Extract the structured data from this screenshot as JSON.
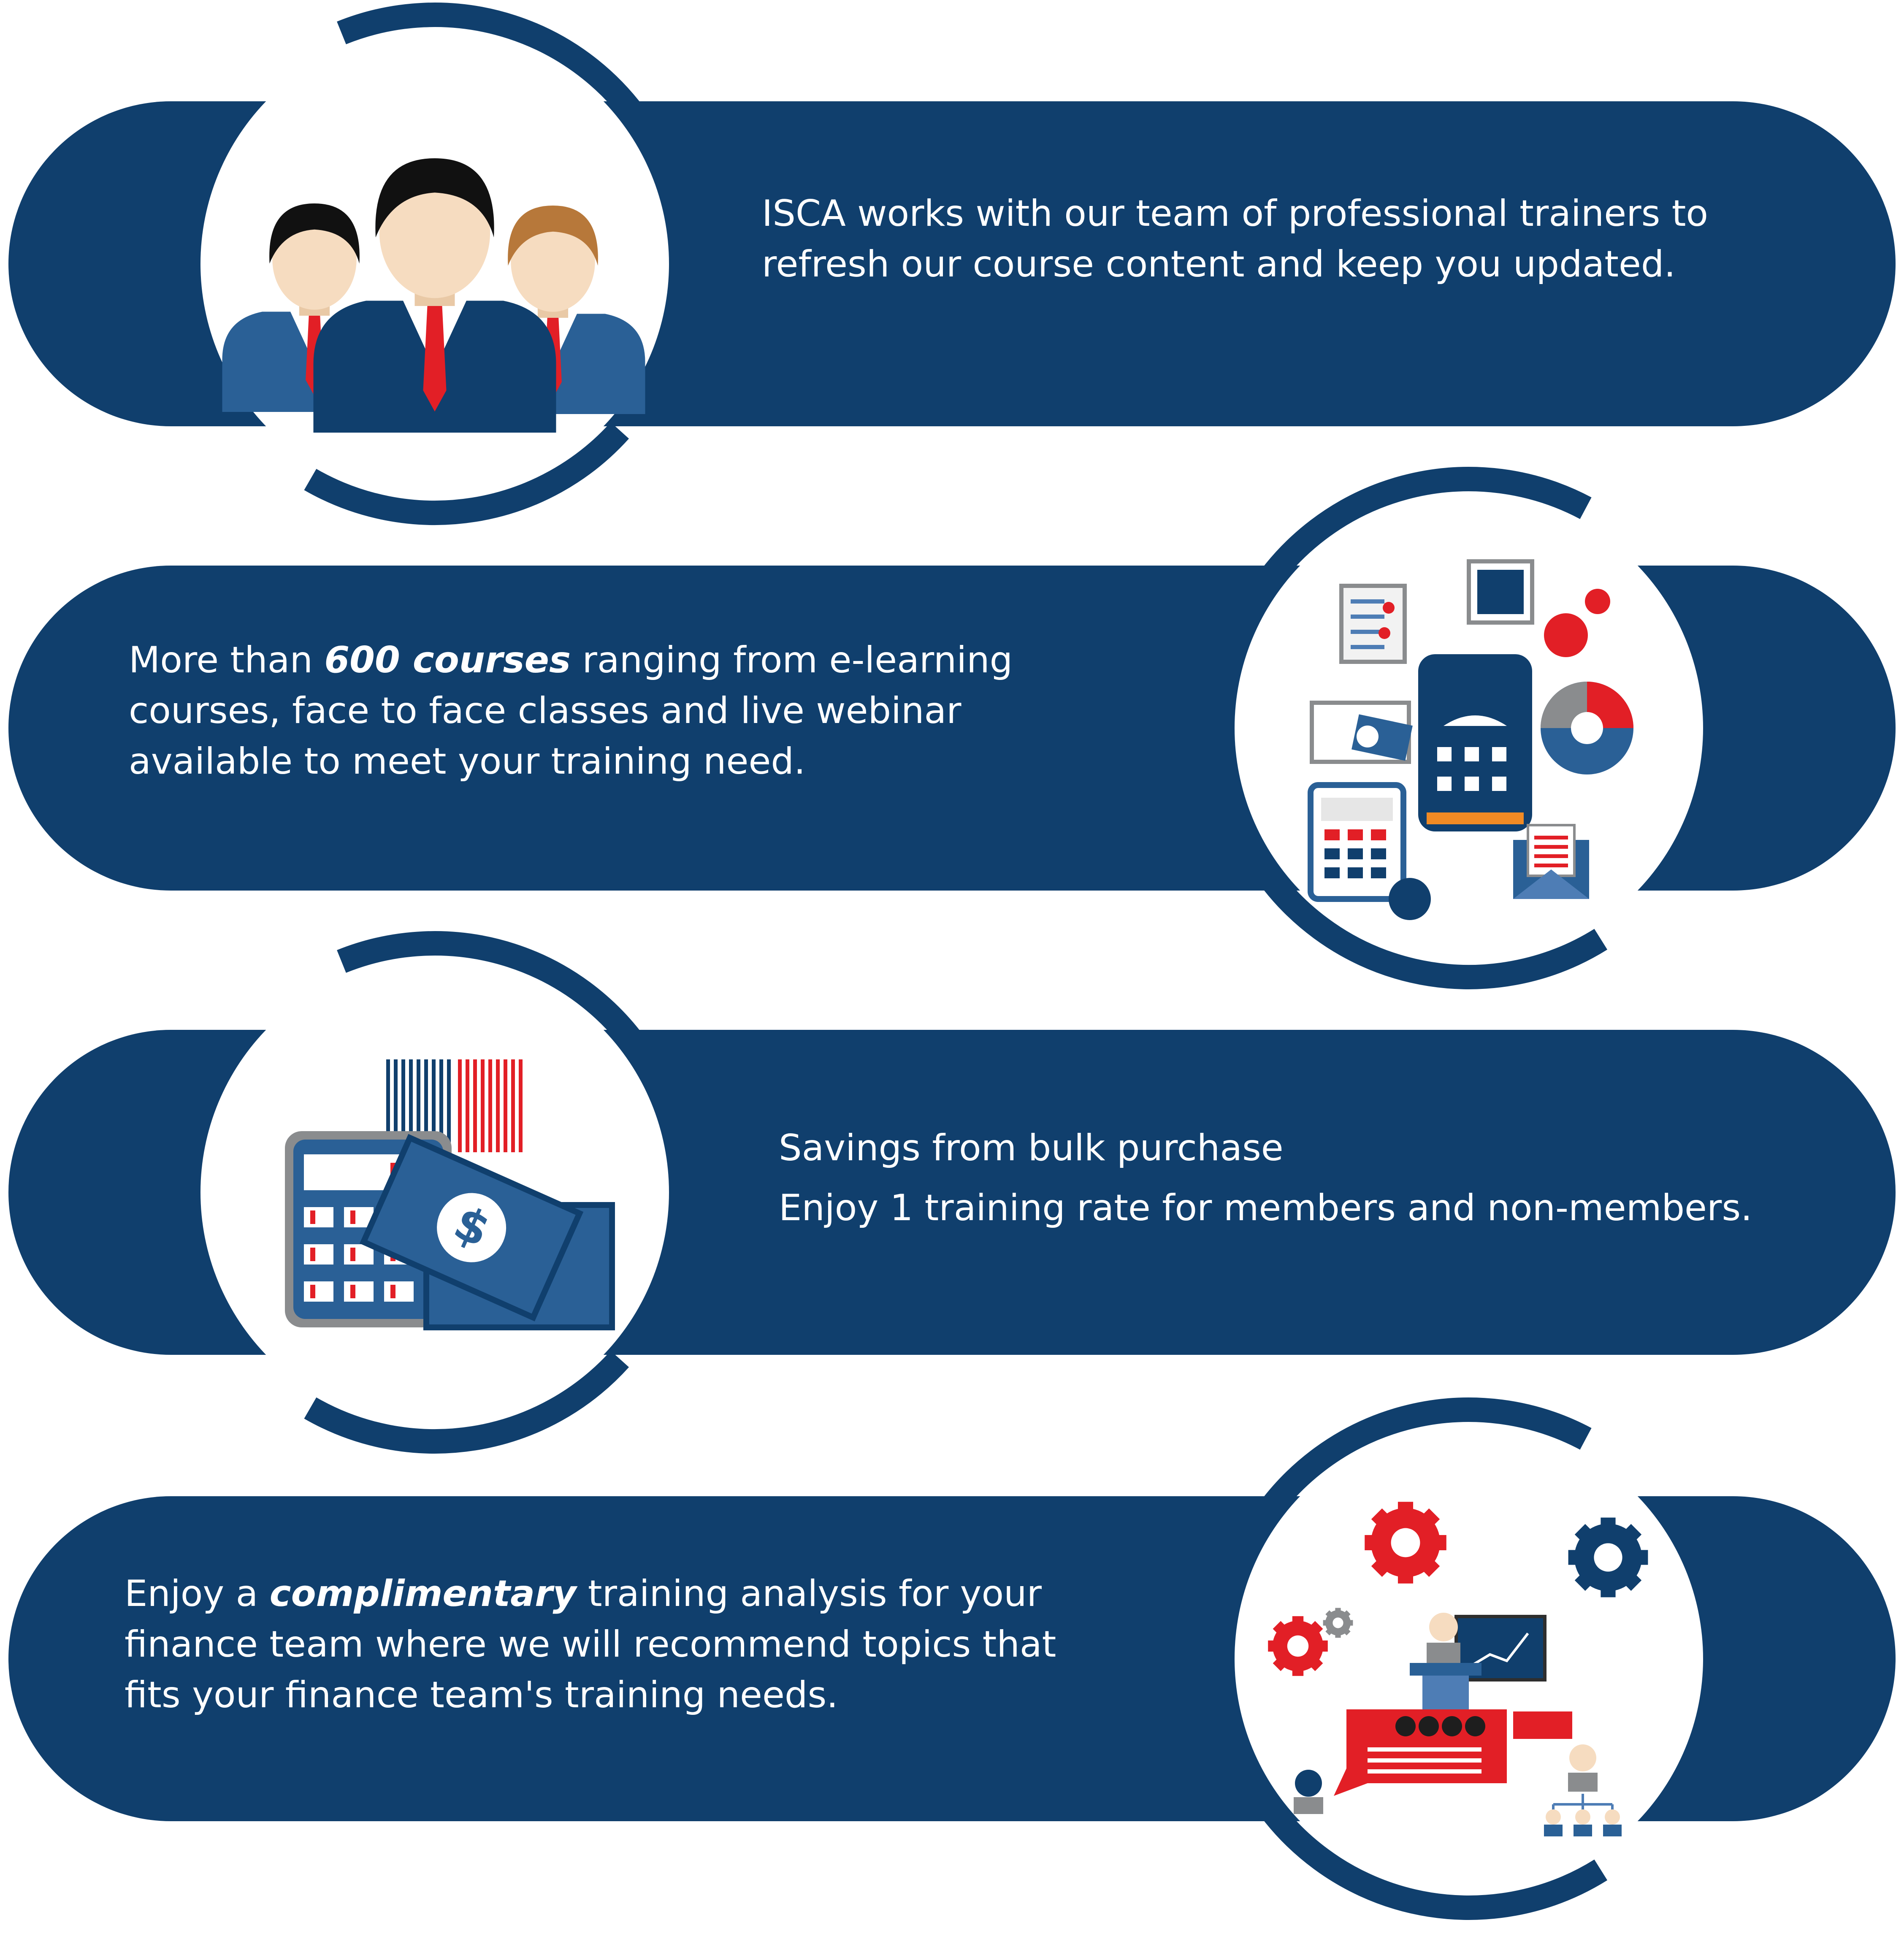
{
  "colors": {
    "navy": "#103F6D",
    "mid_blue": "#2A6096",
    "light_blue": "#4E7DB5",
    "red": "#E21F26",
    "grey": "#8A8C8E",
    "white": "#FFFFFF"
  },
  "items": [
    {
      "icon": "team-of-trainers-icon",
      "lines": [
        "ISCA works with our team of professional trainers to",
        "refresh our course content and keep you updated."
      ]
    },
    {
      "icon": "finance-tools-icon",
      "line1_pre": "More than ",
      "line1_em": "600 courses",
      "line1_post": " ranging from e-learning",
      "lines": [
        "courses, face to face classes and live webinar",
        "available to meet your training need."
      ]
    },
    {
      "icon": "calculator-money-icon",
      "lines": [
        "Savings from bulk purchase",
        "Enjoy 1 training rate for members and non-members."
      ]
    },
    {
      "icon": "training-analysis-icon",
      "line1_pre": "Enjoy a ",
      "line1_em": "complimentary",
      "line1_post": " training analysis for your",
      "lines": [
        "finance team where we will recommend topics that",
        "fits your finance team's training needs."
      ]
    }
  ]
}
